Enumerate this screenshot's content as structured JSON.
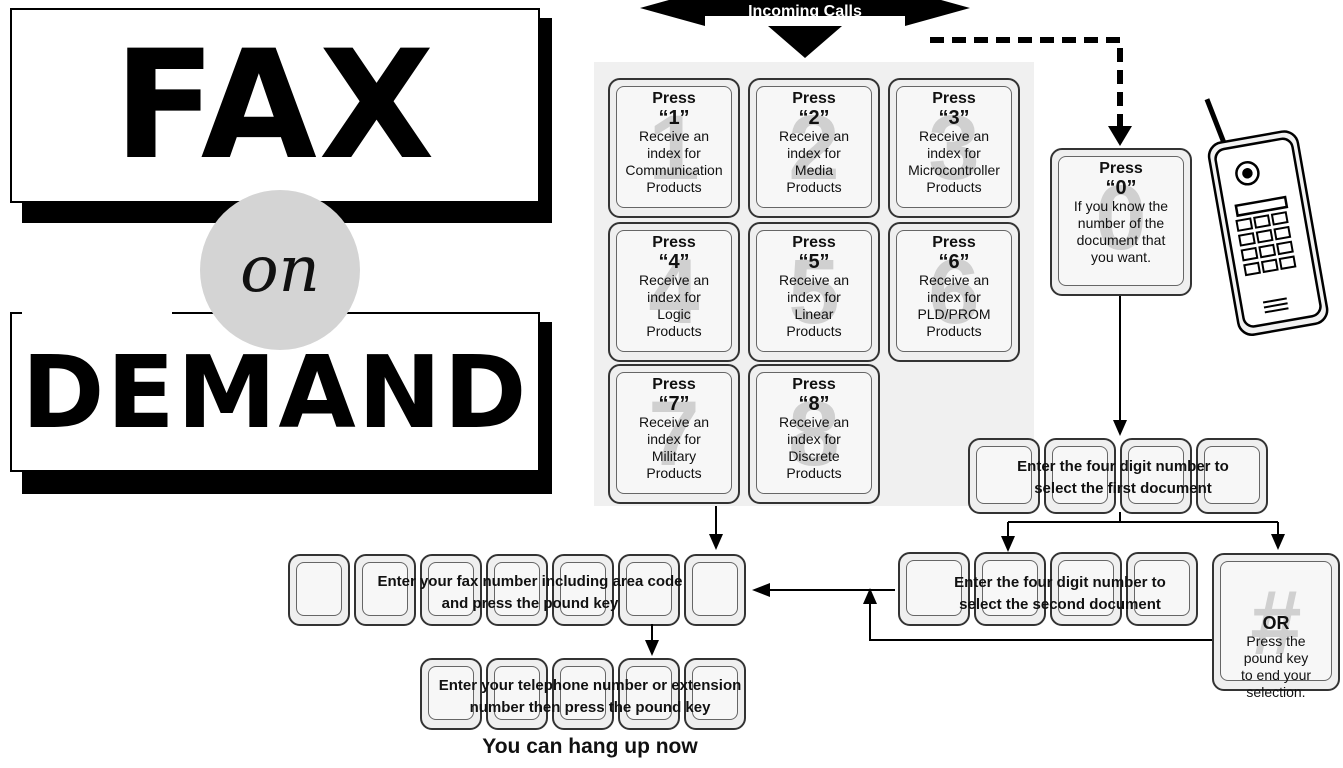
{
  "title": {
    "line1": "FAX",
    "line2": "on",
    "line3": "DEMAND"
  },
  "banner": "Incoming Calls",
  "menu_keys": [
    {
      "press": "Press",
      "digit": "“1”",
      "bg_digit": "1",
      "desc": [
        "Receive an",
        "index for",
        "Communication",
        "Products"
      ]
    },
    {
      "press": "Press",
      "digit": "“2”",
      "bg_digit": "2",
      "desc": [
        "Receive an",
        "index for",
        "Media",
        "Products"
      ]
    },
    {
      "press": "Press",
      "digit": "“3”",
      "bg_digit": "3",
      "desc": [
        "Receive an",
        "index for",
        "Microcontroller",
        "Products"
      ]
    },
    {
      "press": "Press",
      "digit": "“4”",
      "bg_digit": "4",
      "desc": [
        "Receive an",
        "index for",
        "Logic",
        "Products"
      ]
    },
    {
      "press": "Press",
      "digit": "“5”",
      "bg_digit": "5",
      "desc": [
        "Receive an",
        "index for",
        "Linear",
        "Products"
      ]
    },
    {
      "press": "Press",
      "digit": "“6”",
      "bg_digit": "6",
      "desc": [
        "Receive an",
        "index for",
        "PLD/PROM",
        "Products"
      ]
    },
    {
      "press": "Press",
      "digit": "“7”",
      "bg_digit": "7",
      "desc": [
        "Receive an",
        "index for",
        "Military",
        "Products"
      ]
    },
    {
      "press": "Press",
      "digit": "“8”",
      "bg_digit": "8",
      "desc": [
        "Receive an",
        "index for",
        "Discrete",
        "Products"
      ]
    }
  ],
  "key_zero": {
    "press": "Press",
    "digit": "“0”",
    "bg_digit": "0",
    "desc": [
      "If you know the",
      "number of the",
      "document that",
      "you want."
    ]
  },
  "key_or": {
    "title": "OR",
    "bg_digit": "#",
    "desc": [
      "Press the",
      "pound key",
      "to end your",
      "selection."
    ]
  },
  "first_document": [
    "Enter the four digit number to",
    "select the first document"
  ],
  "second_document": [
    "Enter the four digit number to",
    "select the second document"
  ],
  "fax_number": [
    "Enter your fax number including area code",
    "and press the pound key"
  ],
  "telephone_number": [
    "Enter your telephone number or extension",
    "number then press the pound key"
  ],
  "footer": "You can hang up now"
}
